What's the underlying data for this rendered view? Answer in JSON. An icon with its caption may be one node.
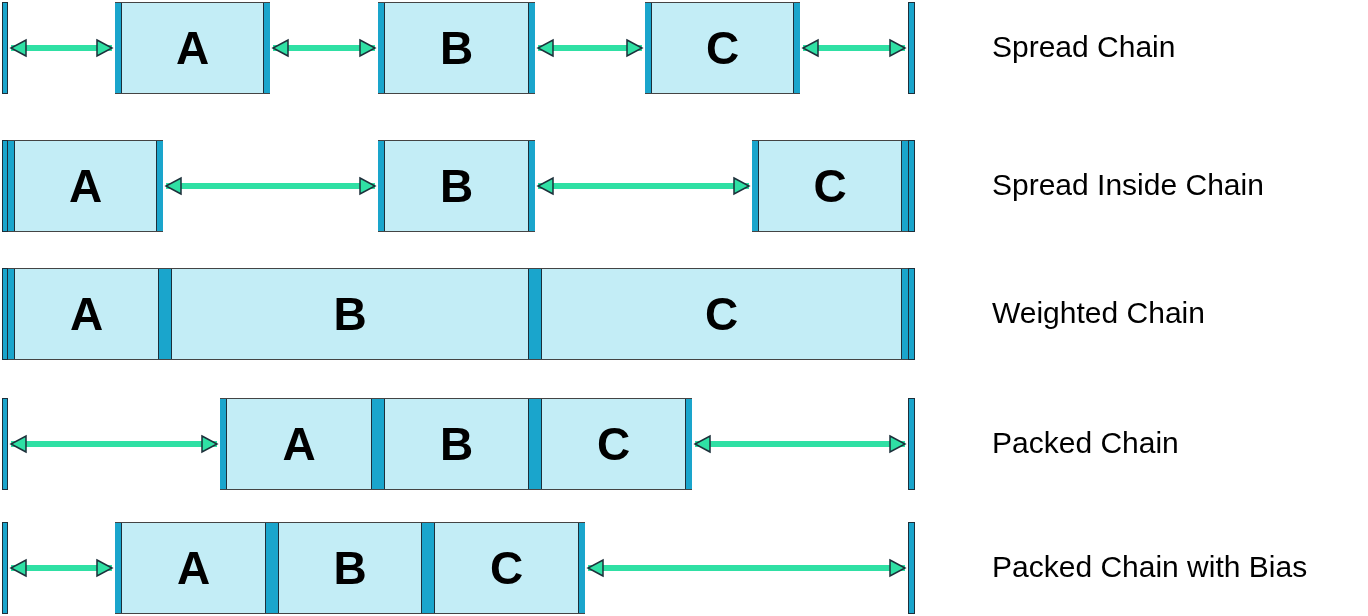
{
  "diagram": {
    "nodes": [
      {
        "text": [],
        "shape": "bar"
      },
      {
        "text": [
          "A"
        ]
      },
      {
        "text": [
          "B"
        ]
      },
      {
        "text": [
          "C"
        ]
      },
      {
        "text": [],
        "shape": "bar"
      },
      {
        "text": [],
        "shape": "bar"
      },
      {
        "text": [
          "A"
        ]
      },
      {
        "text": [
          "B"
        ]
      },
      {
        "text": [
          "C"
        ]
      },
      {
        "text": [],
        "shape": "bar"
      },
      {
        "text": [],
        "shape": "bar"
      },
      {
        "text": [
          "A"
        ]
      },
      {
        "text": [
          "B"
        ]
      },
      {
        "text": [
          "C"
        ]
      },
      {
        "text": [],
        "shape": "bar"
      },
      {
        "text": [],
        "shape": "bar"
      },
      {
        "text": [
          "A"
        ]
      },
      {
        "text": [
          "B"
        ]
      },
      {
        "text": [
          "C"
        ]
      },
      {
        "text": [],
        "shape": "bar"
      },
      {
        "text": [],
        "shape": "bar"
      },
      {
        "text": [
          "A"
        ]
      },
      {
        "text": [
          "B"
        ]
      },
      {
        "text": [
          "C"
        ]
      },
      {
        "text": [],
        "shape": "bar"
      }
    ],
    "edges": [
      {
        "from": 0,
        "to": 1,
        "arrow": "both"
      },
      {
        "from": 1,
        "to": 2,
        "arrow": "both"
      },
      {
        "from": 2,
        "to": 3,
        "arrow": "both"
      },
      {
        "from": 3,
        "to": 4,
        "arrow": "both"
      },
      {
        "from": 6,
        "to": 7,
        "arrow": "both"
      },
      {
        "from": 7,
        "to": 8,
        "arrow": "both"
      },
      {
        "from": 15,
        "to": 16,
        "arrow": "both"
      },
      {
        "from": 18,
        "to": 19,
        "arrow": "both"
      },
      {
        "from": 20,
        "to": 21,
        "arrow": "both"
      },
      {
        "from": 23,
        "to": 24,
        "arrow": "both"
      }
    ],
    "labels": [
      "Spread Chain",
      "Spread Inside Chain",
      "Weighted Chain",
      "Packed Chain",
      "Packed Chain with Bias"
    ]
  }
}
